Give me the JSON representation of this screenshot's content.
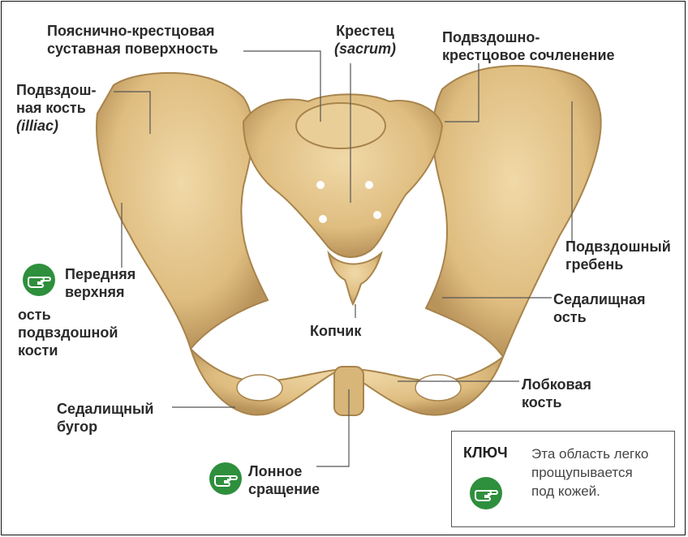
{
  "labels": {
    "lumbosacral": [
      "Пояснично-крестцовая",
      "суставная поверхность"
    ],
    "sacrum": [
      "Крестец",
      "(sacrum)"
    ],
    "sacroiliac": [
      "Подвздошно-",
      "крестцовое сочленение"
    ],
    "ilium": [
      "Подвздош-",
      "ная кость",
      "(illiac)"
    ],
    "iliac_crest": [
      "Подвздошный",
      "гребень"
    ],
    "asis": [
      "Передняя",
      "верхняя",
      "ость",
      "подвздошной",
      "кости"
    ],
    "ischial_spine": [
      "Седалищная",
      "ость"
    ],
    "coccyx": [
      "Копчик"
    ],
    "pubic_bone": [
      "Лобковая",
      "кость"
    ],
    "ischial_tuberosity": [
      "Седалищный",
      "бугор"
    ],
    "pubic_symphysis": [
      "Лонное",
      "сращение"
    ]
  },
  "key": {
    "title": "КЛЮЧ",
    "text": [
      "Эта область легко",
      "прощупывается",
      "под кожей."
    ]
  },
  "colors": {
    "bone": "#e2c48a",
    "bone_shadow": "#b8935a",
    "palpable_icon": "#2e8f3d"
  },
  "icons": [
    "hand-pointing-icon"
  ]
}
